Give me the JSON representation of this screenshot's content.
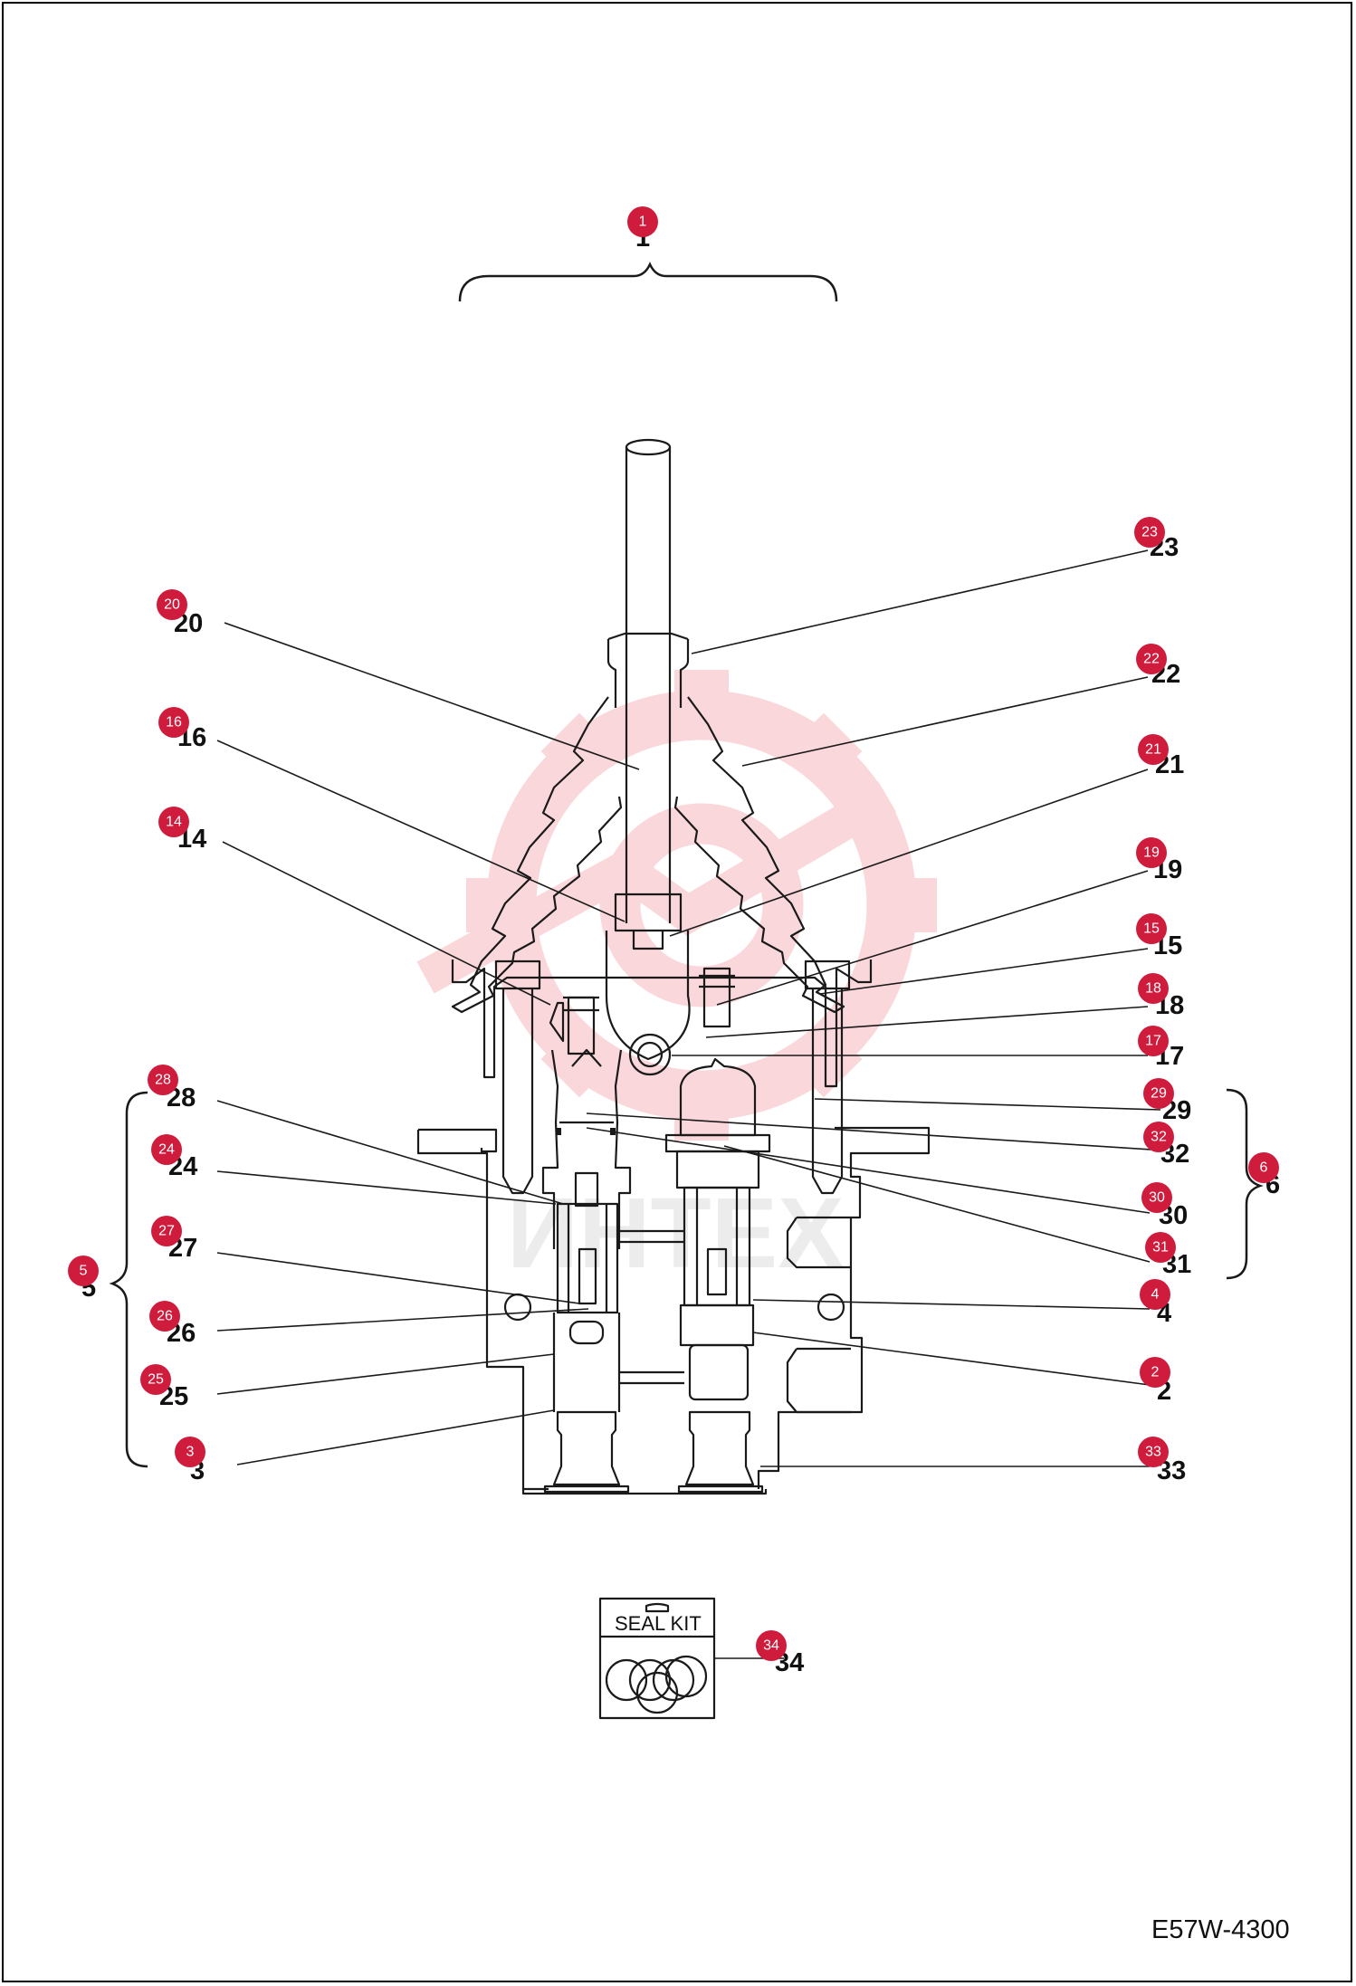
{
  "drawing_code": "E57W-4300",
  "seal_kit_label": "SEAL KIT",
  "watermark_text": "ИНТЕХ",
  "colors": {
    "balloon": "#d01c3c",
    "watermark": "#f6b8bc",
    "line": "#1a1a1a"
  },
  "callouts": [
    {
      "id": "1",
      "label": "1",
      "side": "top"
    },
    {
      "id": "23",
      "label": "23",
      "side": "right"
    },
    {
      "id": "20",
      "label": "20",
      "side": "left"
    },
    {
      "id": "22",
      "label": "22",
      "side": "right"
    },
    {
      "id": "16",
      "label": "16",
      "side": "left"
    },
    {
      "id": "21",
      "label": "21",
      "side": "right"
    },
    {
      "id": "14",
      "label": "14",
      "side": "left"
    },
    {
      "id": "19",
      "label": "19",
      "side": "right"
    },
    {
      "id": "15",
      "label": "15",
      "side": "right"
    },
    {
      "id": "18",
      "label": "18",
      "side": "right"
    },
    {
      "id": "17",
      "label": "17",
      "side": "right"
    },
    {
      "id": "28",
      "label": "28",
      "side": "left"
    },
    {
      "id": "29",
      "label": "29",
      "side": "right"
    },
    {
      "id": "24",
      "label": "24",
      "side": "left"
    },
    {
      "id": "32",
      "label": "32",
      "side": "right"
    },
    {
      "id": "6",
      "label": "6",
      "side": "right"
    },
    {
      "id": "30",
      "label": "30",
      "side": "right"
    },
    {
      "id": "27",
      "label": "27",
      "side": "left"
    },
    {
      "id": "31",
      "label": "31",
      "side": "right"
    },
    {
      "id": "5",
      "label": "5",
      "side": "left"
    },
    {
      "id": "4",
      "label": "4",
      "side": "right"
    },
    {
      "id": "26",
      "label": "26",
      "side": "left"
    },
    {
      "id": "2",
      "label": "2",
      "side": "right"
    },
    {
      "id": "25",
      "label": "25",
      "side": "left"
    },
    {
      "id": "3",
      "label": "3",
      "side": "left"
    },
    {
      "id": "33",
      "label": "33",
      "side": "right"
    },
    {
      "id": "34",
      "label": "34",
      "side": "right"
    }
  ]
}
